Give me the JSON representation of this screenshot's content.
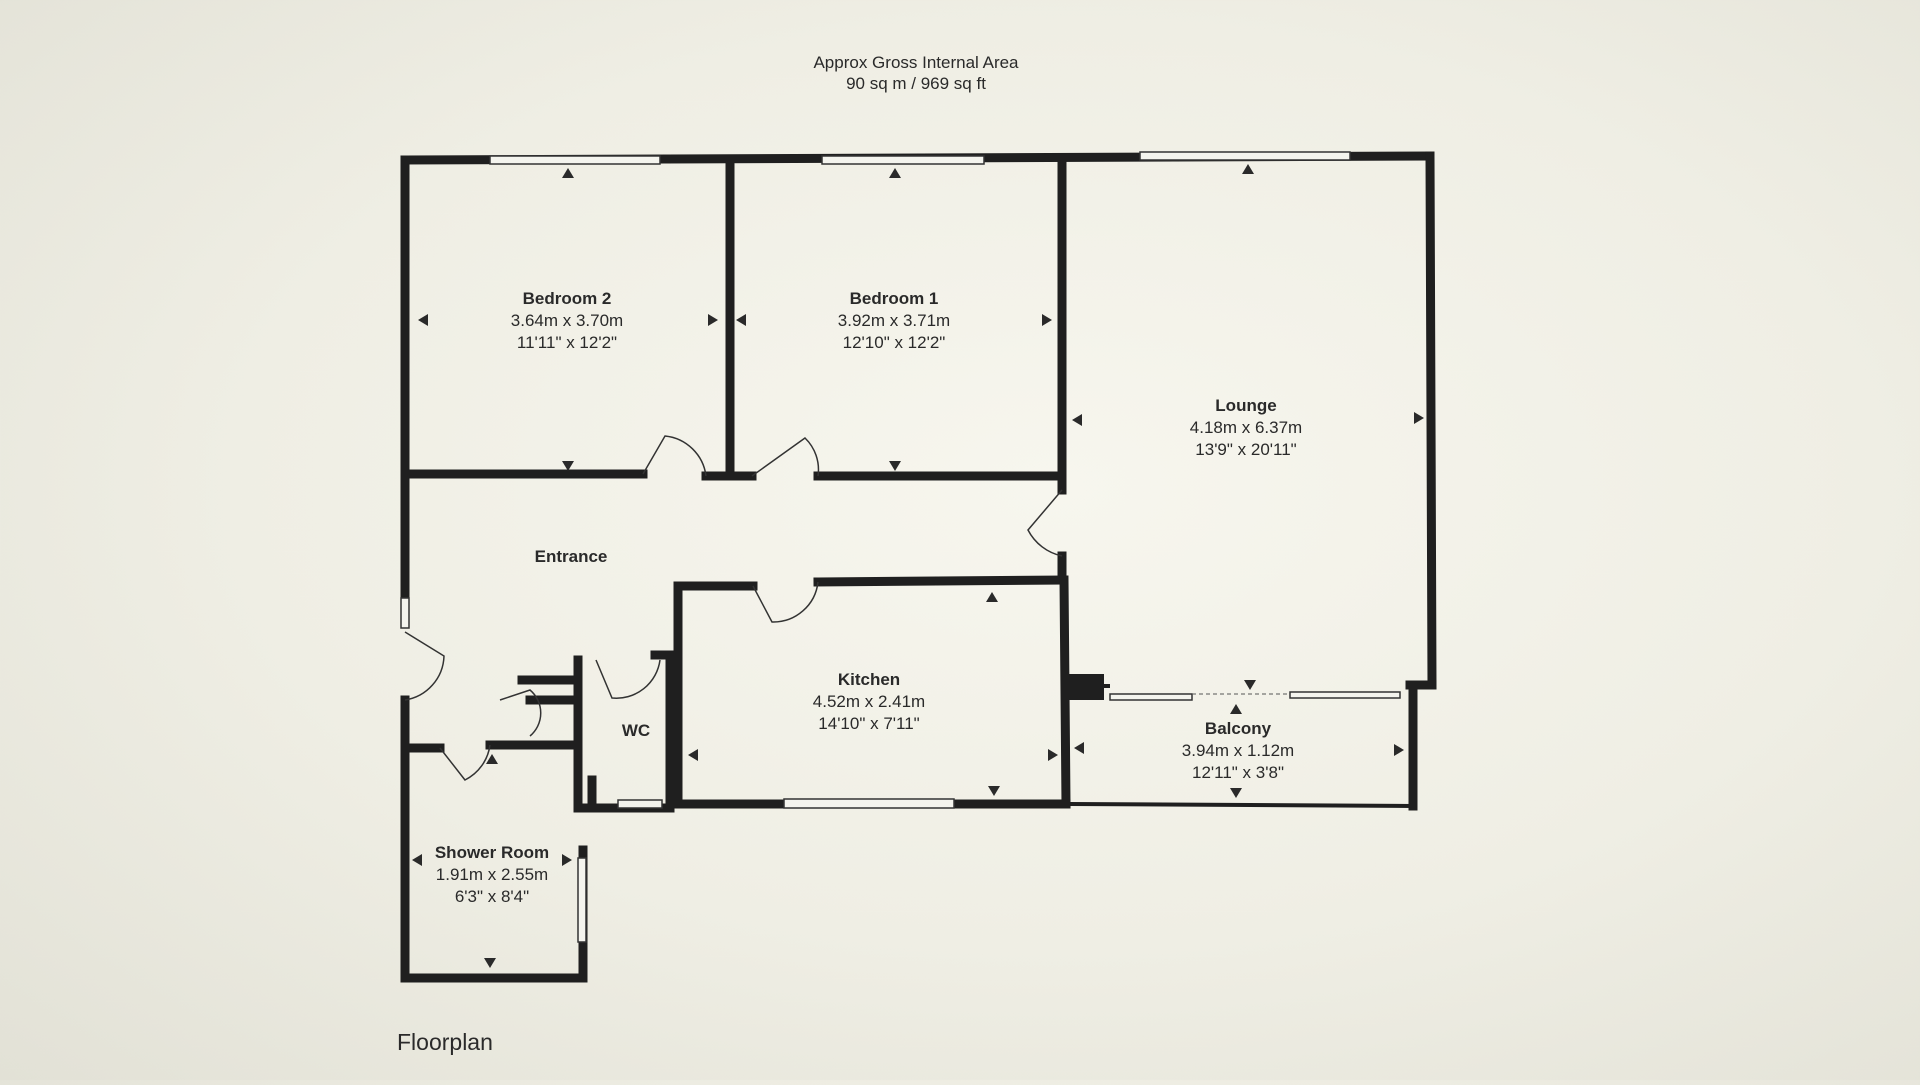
{
  "header": {
    "line1": "Approx Gross Internal Area",
    "line2": "90 sq m / 969 sq ft"
  },
  "footer": {
    "label": "Floorplan"
  },
  "rooms": [
    {
      "name": "Bedroom 2",
      "metric": "3.64m x 3.70m",
      "imperial": "11'11\" x 12'2\""
    },
    {
      "name": "Bedroom 1",
      "metric": "3.92m x 3.71m",
      "imperial": "12'10\" x 12'2\""
    },
    {
      "name": "Lounge",
      "metric": "4.18m x 6.37m",
      "imperial": "13'9\" x 20'11\""
    },
    {
      "name": "Entrance",
      "metric": "",
      "imperial": ""
    },
    {
      "name": "Kitchen",
      "metric": "4.52m x 2.41m",
      "imperial": "14'10\" x 7'11\""
    },
    {
      "name": "WC",
      "metric": "",
      "imperial": ""
    },
    {
      "name": "Balcony",
      "metric": "3.94m x 1.12m",
      "imperial": "12'11\" x 3'8\""
    },
    {
      "name": "Shower Room",
      "metric": "1.91m x 2.55m",
      "imperial": "6'3\" x 8'4\""
    }
  ]
}
